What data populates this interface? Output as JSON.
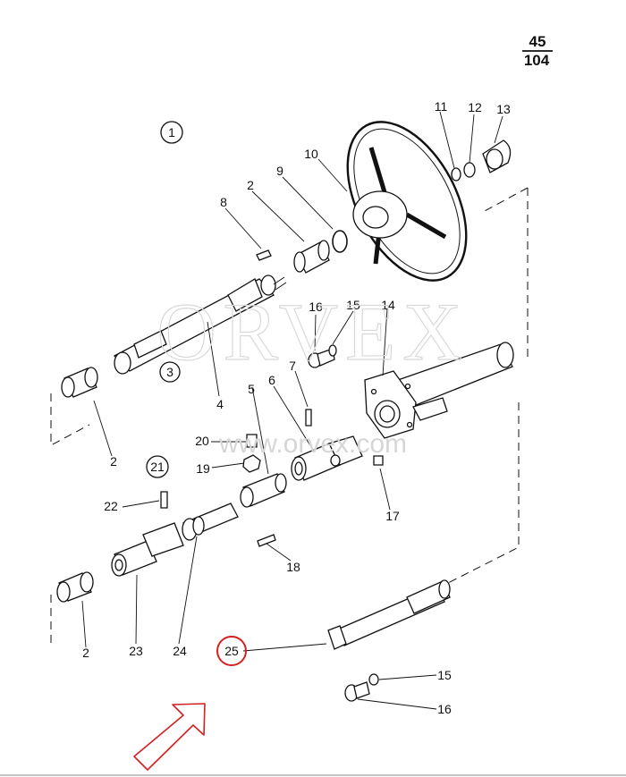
{
  "page_number": {
    "top": "45",
    "bottom": "104"
  },
  "watermark": {
    "brand": "ORVEX",
    "url": "www.orvex.com"
  },
  "group_labels": {
    "g1": "1",
    "g3": "3",
    "g21": "21"
  },
  "parts": {
    "p2a": "2",
    "p2b": "2",
    "p2c": "2",
    "p4": "4",
    "p5": "5",
    "p6": "6",
    "p7": "7",
    "p8": "8",
    "p9": "9",
    "p10": "10",
    "p11": "11",
    "p12": "12",
    "p13": "13",
    "p14": "14",
    "p15a": "15",
    "p15b": "15",
    "p16a": "16",
    "p16b": "16",
    "p17": "17",
    "p18": "18",
    "p19": "19",
    "p20": "20",
    "p22": "22",
    "p23": "23",
    "p24": "24",
    "p25": "25"
  },
  "highlight": {
    "part": "25",
    "color": "#d42020"
  },
  "arrow_color": "#d42020"
}
